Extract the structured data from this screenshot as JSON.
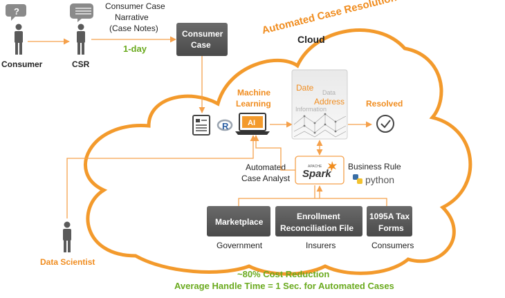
{
  "actors": {
    "consumer": "Consumer",
    "csr": "CSR",
    "data_scientist": "Data Scientist",
    "consumer_bubble": "?"
  },
  "flow": {
    "csr_narrative_line1": "Consumer Case",
    "csr_narrative_line2": "Narrative",
    "csr_narrative_line3": "(Case Notes)",
    "duration": "1-day"
  },
  "nodes": {
    "consumer_case_line1": "Consumer",
    "consumer_case_line2": "Case",
    "machine_learning_line1": "Machine",
    "machine_learning_line2": "Learning",
    "ai_label": "AI",
    "r_label": "R",
    "resolved": "Resolved",
    "automated_case_analyst_line1": "Automated",
    "automated_case_analyst_line2": "Case Analyst",
    "spark_apache": "APACHE",
    "spark": "Spark",
    "business_rule": "Business Rule",
    "python": "python"
  },
  "cloud": {
    "title": "Automated Case Resolution",
    "label": "Cloud"
  },
  "data_panel": {
    "date": "Date",
    "data": "Data",
    "address": "Address",
    "information": "Information"
  },
  "sources": [
    {
      "box": "Marketplace",
      "box_line2": "",
      "caption": "Government"
    },
    {
      "box": "Enrollment",
      "box_line2": "Reconciliation File",
      "caption": "Insurers"
    },
    {
      "box": "1095A Tax",
      "box_line2": "Forms",
      "caption": "Consumers"
    }
  ],
  "footer": {
    "cost": "~80% Cost Reduction",
    "handle_time": "Average Handle Time = 1 Sec. for Automated Cases"
  },
  "colors": {
    "accent_orange": "#f08c1e",
    "green": "#6aaa1e",
    "dark_box": "#595959"
  }
}
